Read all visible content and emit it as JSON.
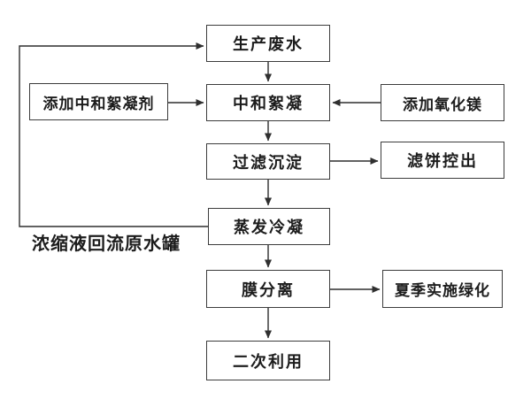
{
  "diagram": {
    "type": "flowchart",
    "language": "zh-CN",
    "nodes": {
      "production": {
        "label": "生产废水"
      },
      "neutralize": {
        "label": "中和絮凝"
      },
      "add_flocculant": {
        "label": "添加中和絮凝剂"
      },
      "add_mgo": {
        "label": "添加氧化镁"
      },
      "filter": {
        "label": "过滤沉淀"
      },
      "filter_cake": {
        "label": "滤饼控出"
      },
      "evaporate": {
        "label": "蒸发冷凝"
      },
      "membrane": {
        "label": "膜分离"
      },
      "greening": {
        "label": "夏季实施绿化"
      },
      "reuse": {
        "label": "二次利用"
      }
    },
    "edge_labels": {
      "recycle": "浓缩液回流原水罐"
    },
    "edges": [
      {
        "from": "production",
        "to": "neutralize"
      },
      {
        "from": "add_flocculant",
        "to": "neutralize"
      },
      {
        "from": "add_mgo",
        "to": "neutralize"
      },
      {
        "from": "neutralize",
        "to": "filter"
      },
      {
        "from": "filter",
        "to": "filter_cake"
      },
      {
        "from": "filter",
        "to": "evaporate"
      },
      {
        "from": "evaporate",
        "to": "production",
        "label": "浓缩液回流原水罐"
      },
      {
        "from": "evaporate",
        "to": "membrane"
      },
      {
        "from": "membrane",
        "to": "greening"
      },
      {
        "from": "membrane",
        "to": "reuse"
      }
    ],
    "colors": {
      "line": "#2f2f2f",
      "box_border": "#3c3c3c",
      "background": "#ffffff",
      "text": "#1c1c1c"
    }
  }
}
